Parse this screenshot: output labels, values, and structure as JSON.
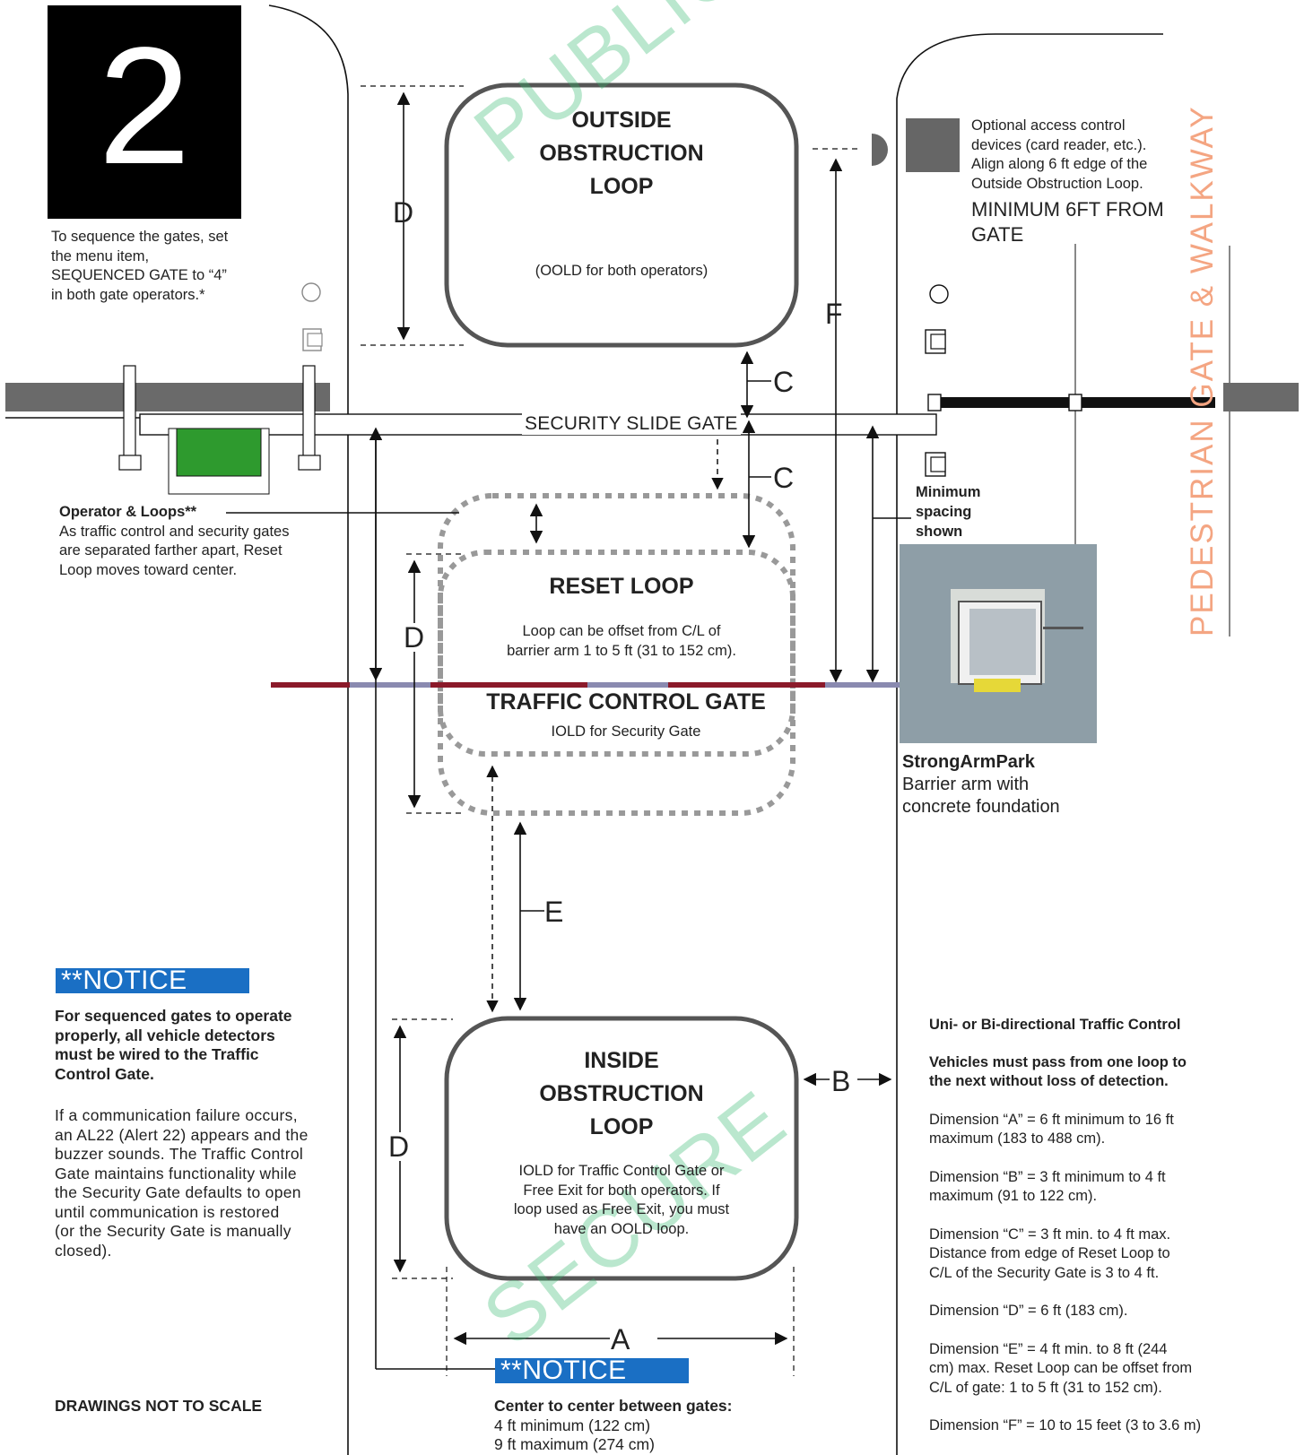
{
  "step": {
    "number": "2"
  },
  "sequence_note": [
    "To sequence the gates, set",
    "the menu item,",
    "SEQUENCED GATE to “4”",
    "in both gate operators.*"
  ],
  "watermarks": {
    "public": "PUBLIC",
    "secure": "SECURE",
    "pedestrian": "PEDESTRIAN  GATE & WALKWAY"
  },
  "outside_loop": {
    "title": [
      "OUTSIDE",
      "OBSTRUCTION",
      "LOOP"
    ],
    "note": "(OOLD for both operators)"
  },
  "access_control": {
    "lines": [
      "Optional access control",
      "devices (card reader, etc.).",
      "Align along 6 ft edge of the",
      "Outside Obstruction Loop."
    ],
    "minimum": [
      "MINIMUM 6FT FROM",
      "GATE"
    ]
  },
  "security_gate_label": "SECURITY SLIDE GATE",
  "operator_loops": {
    "title": "Operator & Loops**",
    "lines": [
      "As traffic control and security gates",
      "are separated farther apart, Reset",
      "Loop moves toward center."
    ]
  },
  "min_spacing": [
    "Minimum",
    "spacing",
    "shown"
  ],
  "reset_loop": {
    "title": "RESET LOOP",
    "note": [
      "Loop can be offset from C/L of",
      "barrier arm 1 to 5 ft (31 to 152 cm)."
    ]
  },
  "traffic_gate": {
    "title": "TRAFFIC CONTROL GATE",
    "note": "IOLD for Security Gate"
  },
  "barrier": {
    "title": "StrongArmPark",
    "lines": [
      "Barrier arm with",
      "concrete foundation"
    ]
  },
  "inside_loop": {
    "title": [
      "INSIDE",
      "OBSTRUCTION",
      "LOOP"
    ],
    "note": [
      "IOLD for Traffic Control Gate or",
      "Free Exit for both operators. If",
      "loop used as Free Exit, you must",
      "have an OOLD loop."
    ]
  },
  "dimensions": {
    "a": "A",
    "b": "B",
    "c": "C",
    "d": "D",
    "e": "E",
    "f": "F"
  },
  "notice_left": {
    "label": "**NOTICE",
    "bold": [
      "For sequenced gates to operate",
      "properly, all vehicle detectors",
      "must be wired to the Traffic",
      "Control Gate."
    ],
    "body": [
      "If a communication failure occurs,",
      "an AL22 (Alert 22) appears and the",
      "buzzer sounds. The Traffic Control",
      "Gate maintains functionality while",
      "the Security Gate defaults to open",
      "until communication is restored",
      "(or the Security Gate is manually",
      "closed)."
    ]
  },
  "not_to_scale": "DRAWINGS NOT TO SCALE",
  "notice_center": {
    "label": "**NOTICE",
    "title": "Center to center between gates:",
    "lines": [
      "4 ft minimum (122 cm)",
      "9 ft maximum (274 cm)"
    ]
  },
  "right_notes": {
    "title": "Uni- or Bi-directional Traffic Control",
    "vehicles": [
      "Vehicles must pass from one loop to",
      "the next without loss of detection."
    ],
    "dim_a": [
      "Dimension “A” = 6 ft minimum to 16 ft",
      "maximum (183 to 488 cm)."
    ],
    "dim_b": [
      "Dimension “B” = 3 ft minimum to 4 ft",
      "maximum (91 to 122 cm)."
    ],
    "dim_c": [
      "Dimension “C” = 3 ft min. to 4 ft max.",
      "Distance from edge of Reset Loop to",
      "C/L of the Security Gate is 3 to 4 ft."
    ],
    "dim_d": "Dimension “D” = 6 ft (183 cm).",
    "dim_e": [
      "Dimension “E” = 4 ft min. to 8 ft (244",
      "cm) max. Reset Loop can be offset from",
      "C/L of gate: 1 to 5 ft (31 to 152 cm)."
    ],
    "dim_f": "Dimension “F” = 10 to 15 feet (3 to 3.6 m)"
  },
  "colors": {
    "operator_green": "#2e9a2e",
    "notice_blue": "#1a6fc4",
    "watermark_green": "#2db868",
    "pedestrian_orange": "#f4a582",
    "barrier_red": "#8b1a2a"
  }
}
